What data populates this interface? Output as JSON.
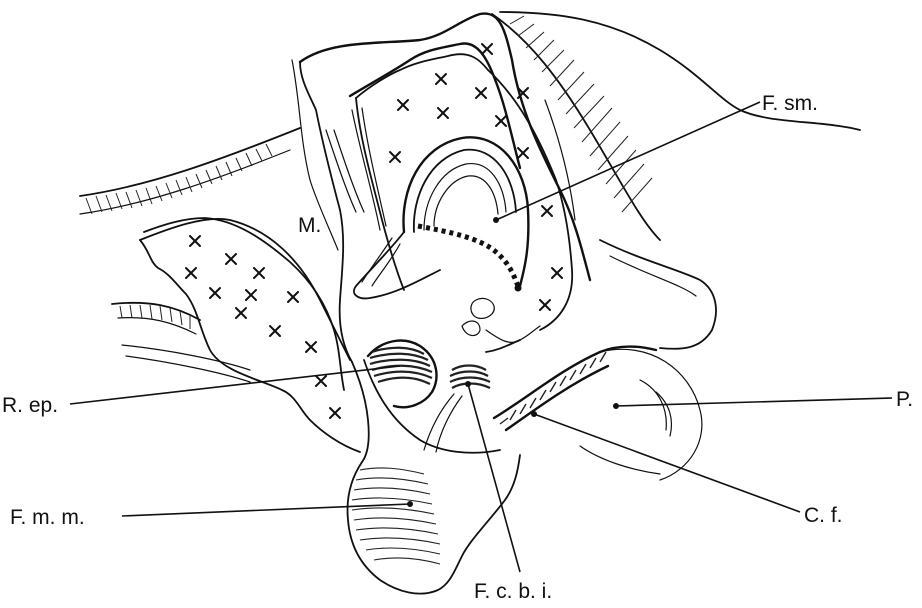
{
  "labels": {
    "f_sm": "F. sm.",
    "m": "M.",
    "r_ep": "R. ep.",
    "p": "P.",
    "f_mm": "F. m. m.",
    "c_f": "C. f.",
    "f_cbi": "F. c. b. i."
  },
  "marks": {
    "cross_glyph": "×"
  }
}
